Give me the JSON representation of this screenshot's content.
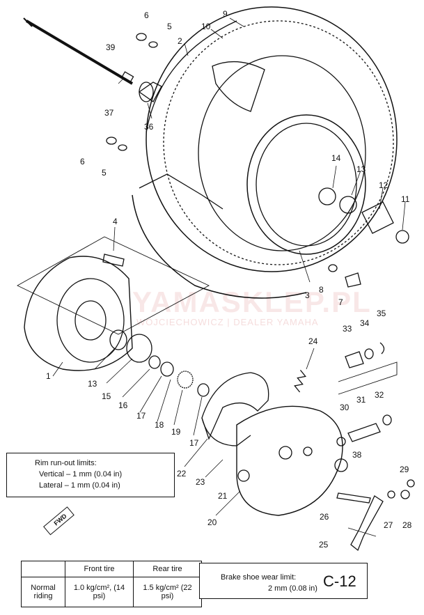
{
  "callouts": {
    "c1": "1",
    "c2": "2",
    "c3": "3",
    "c4": "4",
    "c5a": "5",
    "c5b": "5",
    "c6a": "6",
    "c6b": "6",
    "c7": "7",
    "c8": "8",
    "c9": "9",
    "c10": "10",
    "c11": "11",
    "c12": "12",
    "c13a": "13",
    "c13b": "13",
    "c14": "14",
    "c15": "15",
    "c16": "16",
    "c17a": "17",
    "c17b": "17",
    "c18": "18",
    "c19": "19",
    "c20": "20",
    "c21": "21",
    "c22": "22",
    "c23": "23",
    "c24": "24",
    "c25": "25",
    "c26": "26",
    "c27": "27",
    "c28": "28",
    "c29": "29",
    "c30": "30",
    "c31": "31",
    "c32": "32",
    "c33": "33",
    "c34": "34",
    "c35": "35",
    "c36": "36",
    "c37": "37",
    "c38": "38",
    "c39": "39"
  },
  "rim_runout": {
    "title": "Rim run-out limits:",
    "vertical": "Vertical  – 1 mm (0.04 in)",
    "lateral": "Lateral  – 1 mm (0.04 in)"
  },
  "tire_pressure": {
    "headers": [
      "",
      "Front tire",
      "Rear tire"
    ],
    "row_label": "Normal riding",
    "front": "1.0 kg/cm², (14 psi)",
    "rear": "1.5 kg/cm² (22 psi)"
  },
  "brake_shoe": {
    "title": "Brake shoe wear limit:",
    "value": "2 mm (0.08 in)"
  },
  "page_code": "C-12",
  "fwd_label": "FWD",
  "watermark": {
    "main": "YAMASKLEP.PL",
    "sub": "WOJCIECHOWICZ | DEALER YAMAHA"
  }
}
